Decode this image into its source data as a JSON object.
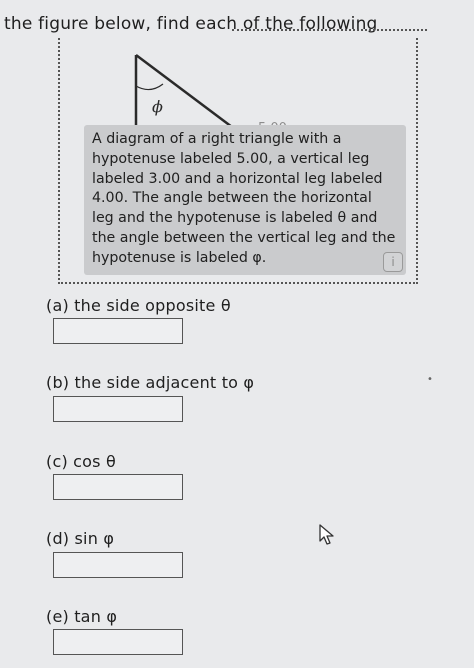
{
  "header": {
    "text": "the figure below, find each of the following"
  },
  "figure": {
    "angle_symbol": "ϕ",
    "peek_label": "5.00",
    "alt_text": "A diagram of a right triangle with a hypotenuse labeled 5.00, a vertical leg labeled 3.00 and a horizontal leg labeled 4.00. The angle between the horizontal leg and the hypotenuse is labeled θ and the angle between the vertical leg and the hypotenuse is labeled φ.",
    "info_icon": "info-icon"
  },
  "questions": [
    {
      "label": "(a) the side opposite θ",
      "value": ""
    },
    {
      "label": "(b) the side adjacent to φ",
      "value": ""
    },
    {
      "label": "(c) cos θ",
      "value": ""
    },
    {
      "label": "(d) sin φ",
      "value": ""
    },
    {
      "label": "(e) tan φ",
      "value": ""
    }
  ],
  "margin_mark": "•",
  "cursor_icon": "mouse-pointer-icon",
  "colors": {
    "background": "#e9eaec",
    "tooltip": "#cacbcd",
    "border": "#555555"
  }
}
